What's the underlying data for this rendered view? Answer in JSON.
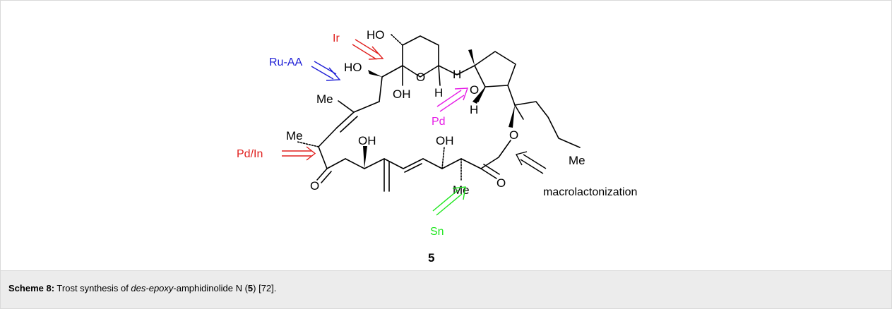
{
  "scheme": {
    "atoms": {
      "ho_top": "HO",
      "ho_left": "HO",
      "oh_hemiketal": "OH",
      "o_pyran": "O",
      "h_pyran_top": "H",
      "h_pyran_bottom": "H",
      "o_thf": "O",
      "h_thf": "H",
      "me_alkene": "Me",
      "me_c4": "Me",
      "oh_left": "OH",
      "oh_right": "OH",
      "o_ketone": "O",
      "o_ester_ring": "O",
      "o_ester_carbonyl": "O",
      "me_alpha": "Me",
      "me_butyl": "Me"
    },
    "disconnections": [
      {
        "label": "Ir",
        "color": "#e0201e"
      },
      {
        "label": "Ru-AA",
        "color": "#1f1fd6"
      },
      {
        "label": "Pd",
        "color": "#e61ee6"
      },
      {
        "label": "Pd/In",
        "color": "#e0201e"
      },
      {
        "label": "Sn",
        "color": "#1ee61e"
      },
      {
        "label": "macrolactonization",
        "color": "#000000"
      }
    ],
    "compound_number": "5"
  },
  "caption": {
    "scheme_label": "Scheme 8:",
    "text_1": " Trost synthesis of ",
    "italic": "des-epoxy",
    "text_2": "-amphidinolide N (",
    "compound": "5",
    "text_3": ") [72]."
  }
}
